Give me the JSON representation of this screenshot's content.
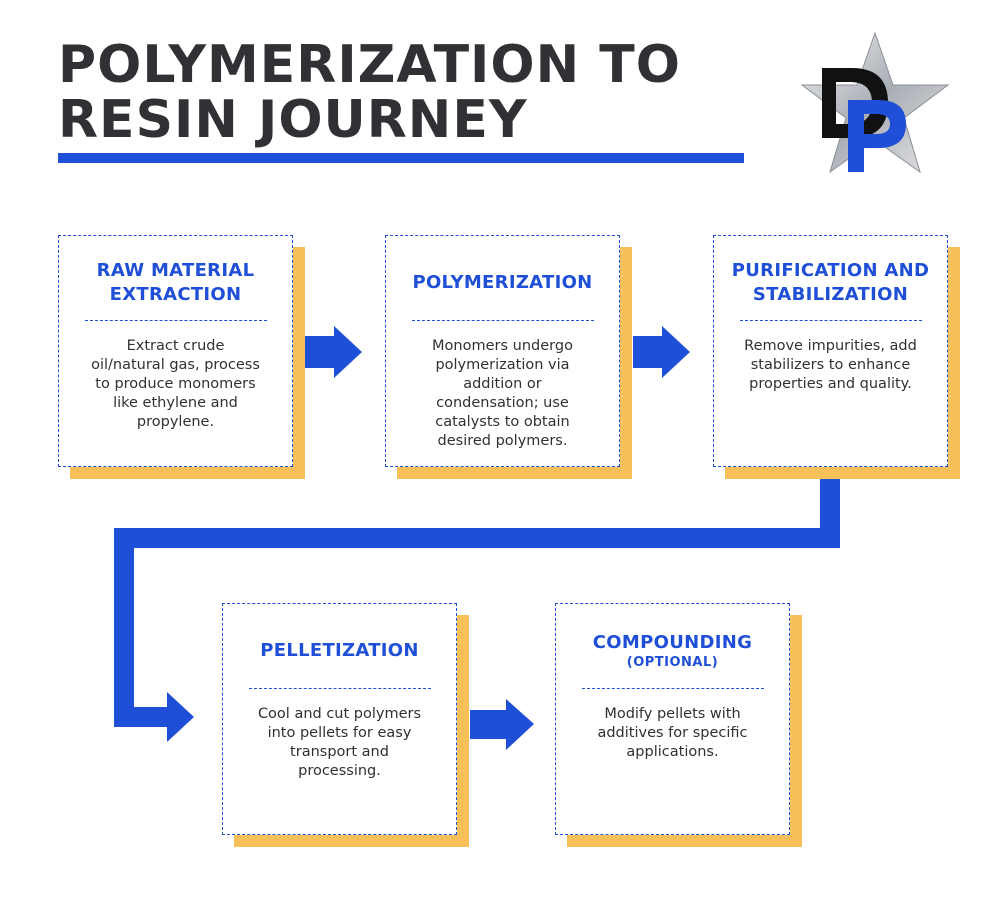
{
  "title": {
    "line1": "POLYMERIZATION TO",
    "line2": "RESIN JOURNEY"
  },
  "logo": {
    "letters": "DP",
    "icon": "star-logo-icon"
  },
  "colors": {
    "accent_blue": "#1f4fd6",
    "shadow_yellow": "#f9c05a",
    "title_dark": "#2f3135"
  },
  "steps": [
    {
      "title": "RAW MATERIAL EXTRACTION",
      "description": "Extract crude oil/natural gas, process to produce monomers like ethylene and propylene."
    },
    {
      "title": "POLYMERIZATION",
      "description": "Monomers undergo polymerization via addition or condensation; use catalysts to obtain desired polymers."
    },
    {
      "title": "PURIFICATION AND STABILIZATION",
      "description": "Remove impurities, add stabilizers to enhance properties and quality."
    },
    {
      "title": "PELLETIZATION",
      "description": "Cool and cut polymers into pellets for easy transport and processing."
    },
    {
      "title": "COMPOUNDING",
      "subtitle": "(OPTIONAL)",
      "description": "Modify pellets with additives for specific applications."
    }
  ]
}
